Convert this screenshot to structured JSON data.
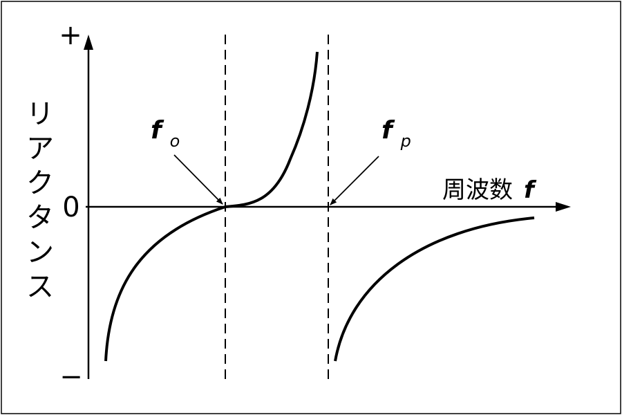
{
  "y_axis": {
    "label": "リアクタンス",
    "plus": "+",
    "minus": "−",
    "zero": "0"
  },
  "x_axis": {
    "label": "周波数",
    "symbol": "f"
  },
  "markers": {
    "fo": {
      "main": "f",
      "sub": "o"
    },
    "fp": {
      "main": "f",
      "sub": "p"
    }
  },
  "colors": {
    "line": "#000000",
    "background": "#ffffff"
  }
}
